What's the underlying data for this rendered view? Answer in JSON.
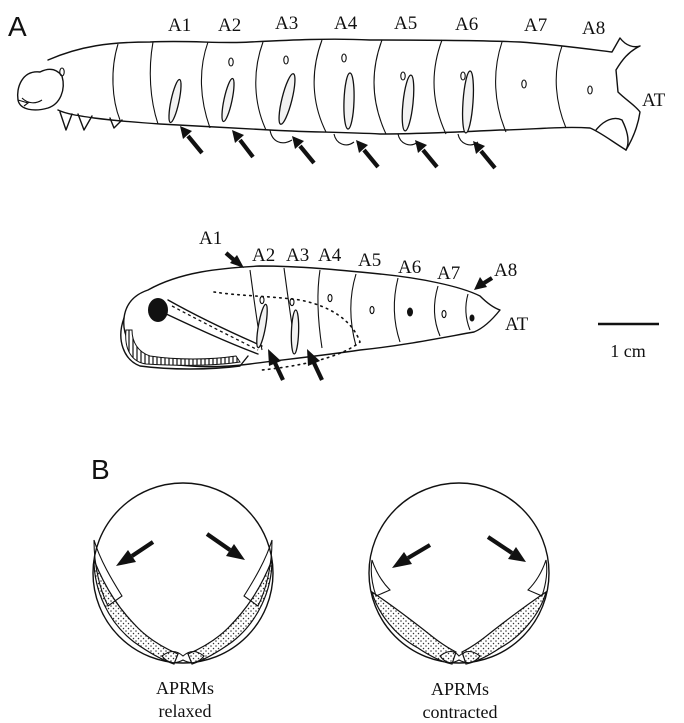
{
  "panels": {
    "a": {
      "letter": "A",
      "larva_segments": [
        "A1",
        "A2",
        "A3",
        "A4",
        "A5",
        "A6",
        "A7",
        "A8"
      ],
      "larva_tail": "AT",
      "pupa_segments": [
        "A1",
        "A2",
        "A3",
        "A4",
        "A5",
        "A6",
        "A7",
        "A8"
      ],
      "pupa_tail": "AT",
      "scale_bar": "1 cm"
    },
    "b": {
      "letter": "B",
      "left_caption": [
        "APRMs",
        "relaxed"
      ],
      "right_caption": [
        "APRMs",
        "contracted"
      ]
    }
  }
}
